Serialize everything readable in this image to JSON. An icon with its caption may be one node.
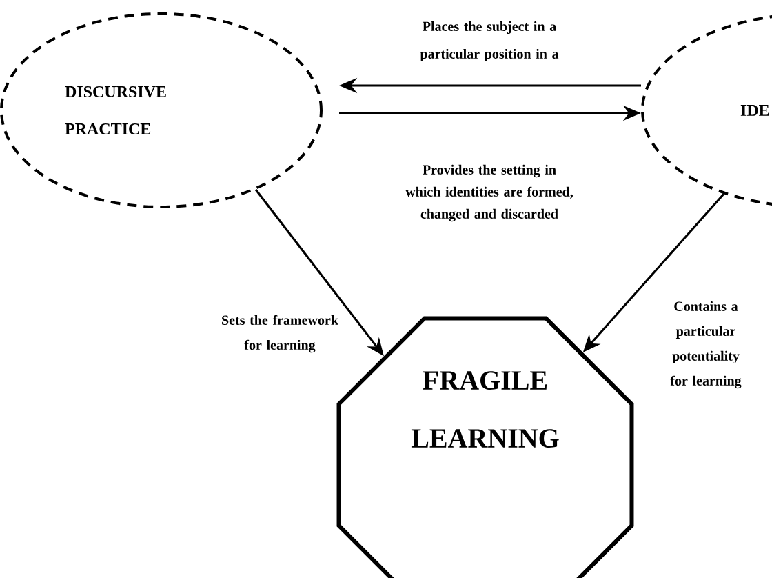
{
  "diagram": {
    "nodes": [
      {
        "text": [
          "DISCURSIVE PRACTICE"
        ]
      },
      {
        "text": [
          "IDE"
        ]
      },
      {
        "text": [
          "FRAGILE LEARNING"
        ]
      }
    ],
    "edges": [
      {
        "from": 1,
        "to": 0,
        "arrow": "to",
        "label": "Places the subject in a particular position in a"
      },
      {
        "from": 0,
        "to": 1,
        "arrow": "to",
        "label": "Provides the setting in which identities are formed, changed and discarded"
      },
      {
        "from": 0,
        "to": 2,
        "arrow": "to",
        "label": "Sets the framework for learning"
      },
      {
        "from": 1,
        "to": 2,
        "arrow": "to",
        "label": "Contains a particular potentiality for learning"
      }
    ]
  }
}
